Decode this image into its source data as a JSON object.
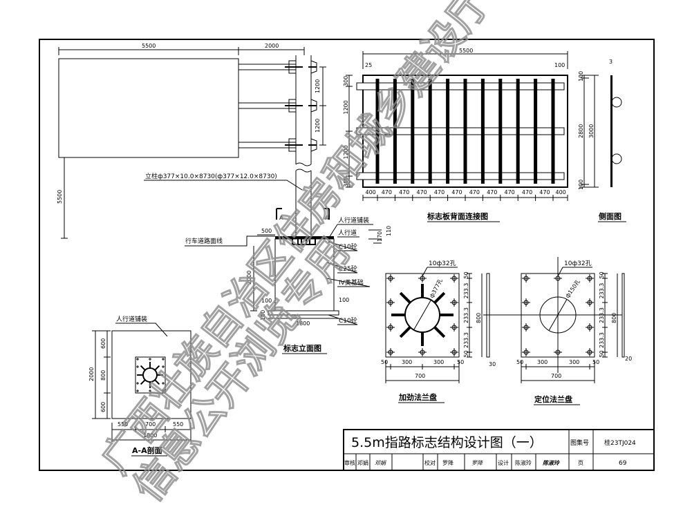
{
  "elevation": {
    "dim_panel_width": "5500",
    "dim_arm_length": "2000",
    "dim_arm_spacing_1": "1200",
    "dim_arm_spacing_2": "1200",
    "dim_height": "5500",
    "pole_label": "立柱ф377×10.0×8730(ф377×12.0×8730)",
    "section_mark_left": "A",
    "section_mark_right": "A",
    "road_label": "行车道路面线",
    "dim_500": "500",
    "label_paving": "人行道铺装",
    "label_sidewalk": "人行道",
    "label_c10_top": "C10砼",
    "label_c25": "C25砼",
    "label_foundation": "IV类基础",
    "dim_100_left": "100",
    "dim_100_right": "100",
    "dim_100_bottom": "100",
    "dim_depth": "2000",
    "dim_width": "1800",
    "label_c10_bottom": "C10砼",
    "dim_170": "170",
    "dim_110": "110",
    "caption": "标志立面图"
  },
  "back_panel": {
    "dim_width": "5500",
    "dim_25": "25",
    "dim_100": "100",
    "left_dims": [
      "300",
      "1200",
      "1200",
      "300"
    ],
    "bottom_dims": [
      "400",
      "470",
      "470",
      "470",
      "470",
      "470",
      "470",
      "470",
      "470",
      "470",
      "470",
      "400"
    ],
    "right_dims": [
      "100",
      "2800",
      "100"
    ],
    "dim_height": "3000",
    "caption": "标志板背面连接图"
  },
  "side_view": {
    "dim_thickness": "3",
    "caption": "侧面图"
  },
  "stiffened_flange": {
    "holes": "10ф32孔",
    "center_hole": "ф377孔",
    "v_dims": [
      "50",
      "233.3",
      "233.3",
      "233.3",
      "50"
    ],
    "dim_height": "800",
    "h_dims": [
      "50",
      "300",
      "300",
      "50"
    ],
    "dim_width": "700",
    "dim_thickness": "30",
    "caption": "加劲法兰盘"
  },
  "locating_flange": {
    "holes": "10ф32孔",
    "center_hole": "ф150孔",
    "v_dims": [
      "50",
      "233.3",
      "233.3",
      "233.3",
      "50"
    ],
    "dim_height": "800",
    "h_dims": [
      "50",
      "300",
      "300",
      "50"
    ],
    "dim_width": "700",
    "dim_thickness": "20",
    "caption": "定位法兰盘"
  },
  "section_aa": {
    "label_paving": "人行道铺装",
    "v_dims": [
      "600",
      "800",
      "600"
    ],
    "dim_height": "2000",
    "h_dims": [
      "550",
      "700",
      "550"
    ],
    "dim_width": "1800",
    "caption": "A-A剖面"
  },
  "title_block": {
    "title": "5.5m指路标志结构设计图（一）",
    "atlas_label": "图集号",
    "atlas_no": "桂23TJ024",
    "review_label": "审核",
    "reviewer": "邓娟",
    "review_sig": "邓娟",
    "check_label": "校对",
    "checker": "罗降",
    "check_sig": "罗降",
    "design_label": "设计",
    "designer": "陈淑玲",
    "design_sig": "陈淑玲",
    "page_label": "页",
    "page_no": "69"
  },
  "watermark": {
    "line1": "广西壮族自治区住房和城乡建设厅",
    "line2": "信息公开浏览专用"
  }
}
